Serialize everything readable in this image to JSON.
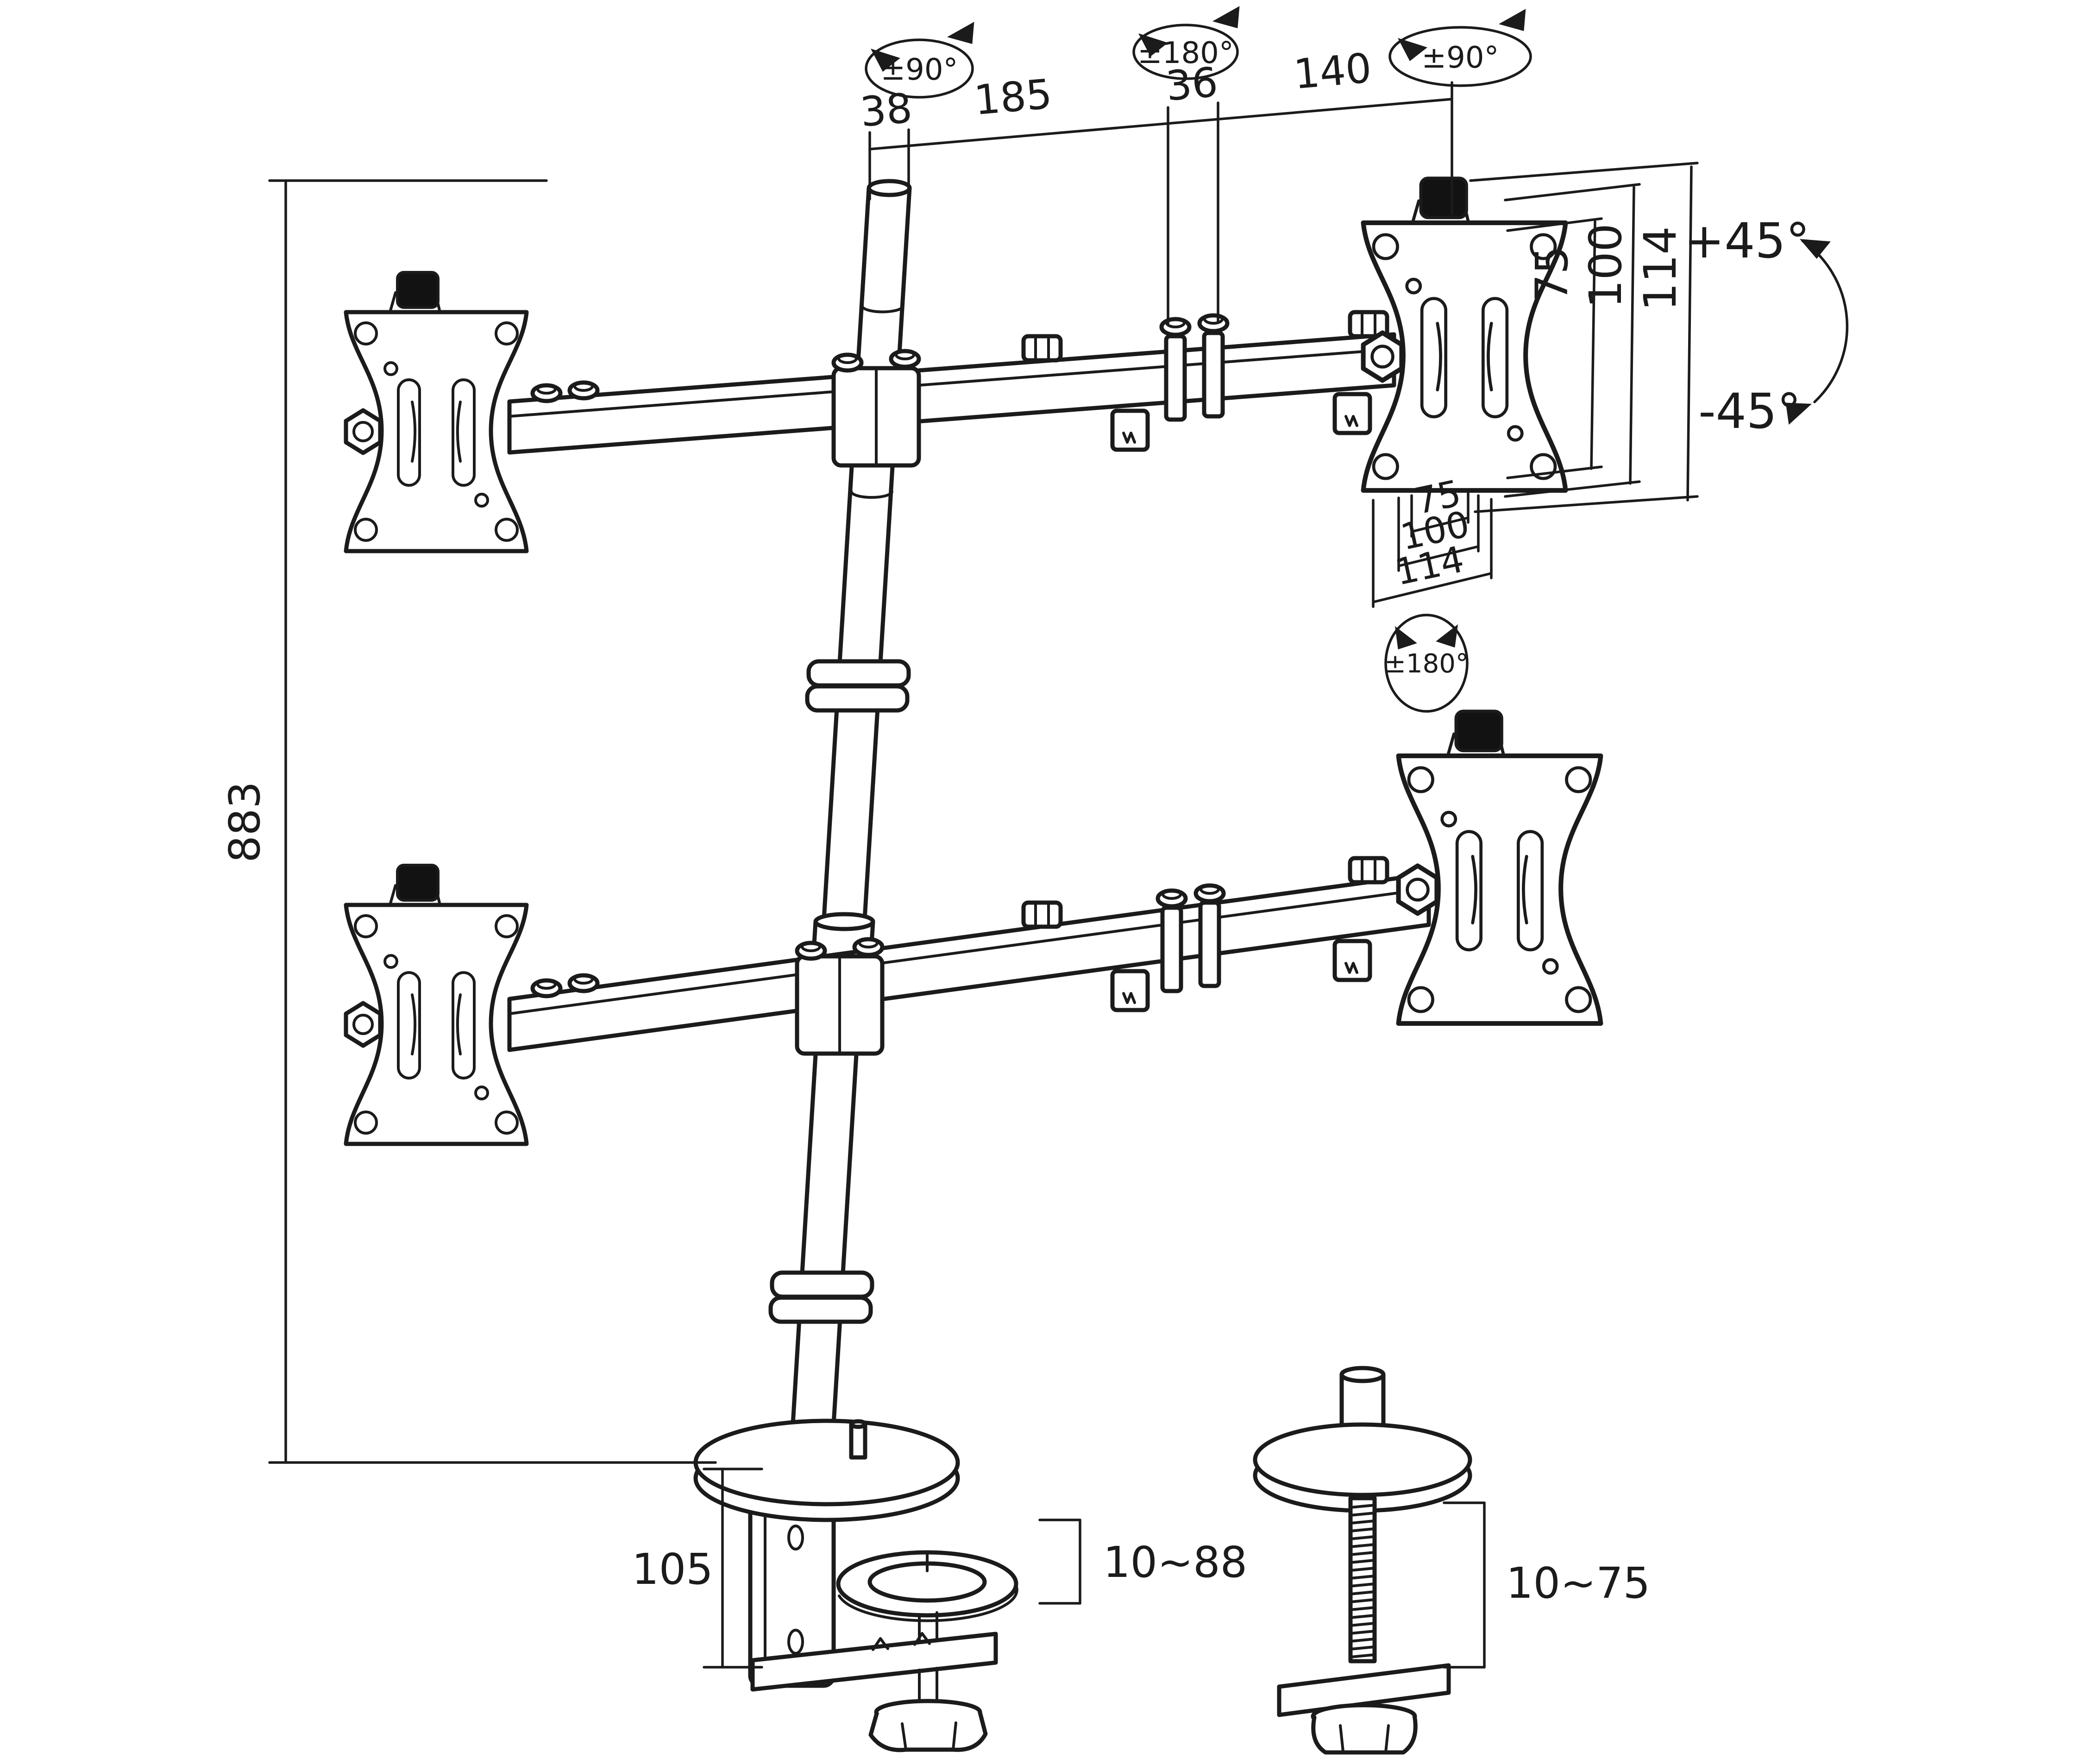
{
  "drawing": {
    "description": "Quad monitor desk mount dimensional line drawing",
    "line_color": "#1b1b1b",
    "background": "#ffffff",
    "knob_color": "#121212"
  },
  "dims": {
    "pole_diameter": "38",
    "arm_span_inner": "185",
    "arm_joint": "36",
    "arm_span_outer": "140",
    "vesa_side_75": "75",
    "vesa_side_100": "100",
    "plate_side_114": "114",
    "vesa_bottom_75": "75",
    "vesa_bottom_100": "100",
    "plate_bottom_114": "114",
    "pole_height": "883",
    "clamp_height": "105",
    "clamp_range": "10~88",
    "grommet_range": "10~75"
  },
  "angles": {
    "pan_left": "±90°",
    "pan_center": "±180°",
    "pan_right": "±90°",
    "tilt_up": "+45°",
    "tilt_down": "-45°",
    "plate_rotation": "±180°"
  }
}
